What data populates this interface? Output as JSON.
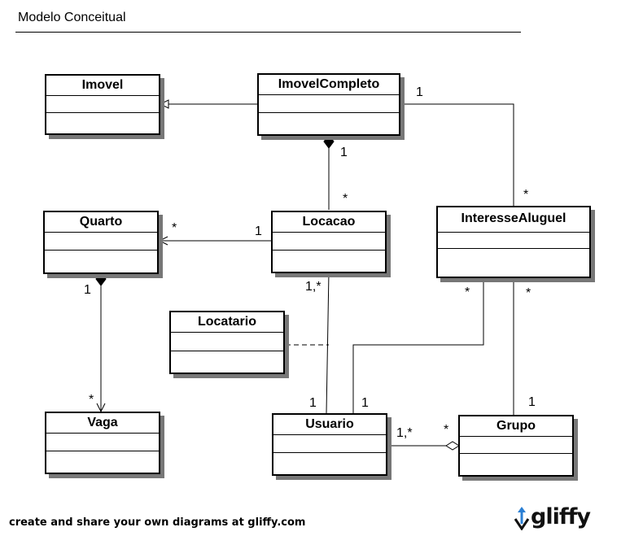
{
  "diagram": {
    "title": "Modelo Conceitual",
    "classes": {
      "imovel": "Imovel",
      "imovel_completo": "ImovelCompleto",
      "quarto": "Quarto",
      "locacao": "Locacao",
      "interesse_aluguel": "InteresseAluguel",
      "locatario": "Locatario",
      "vaga": "Vaga",
      "usuario": "Usuario",
      "grupo": "Grupo"
    },
    "multiplicities": {
      "imovelcompleto_interesse_source": "1",
      "imovelcompleto_interesse_target": "*",
      "imovelcompleto_locacao_source": "1",
      "imovelcompleto_locacao_target": "*",
      "locacao_quarto_target": "*",
      "locacao_quarto_source": "1",
      "quarto_vaga_source": "1",
      "quarto_vaga_target": "*",
      "locacao_usuario_source": "1,*",
      "locacao_usuario_target": "1",
      "interesse_usuario_source": "*",
      "interesse_usuario_target": "1",
      "interesse_grupo_source": "*",
      "interesse_grupo_target": "1",
      "usuario_grupo_source": "1,*",
      "usuario_grupo_target": "*"
    }
  },
  "footer": {
    "text": "create and share your own diagrams at gliffy.com",
    "logo_text": "gliffy",
    "logo_icon": "gliffy-logo-icon"
  },
  "colors": {
    "line": "#000000",
    "shadow": "#777777",
    "logo_accent": "#2a7fd4"
  }
}
